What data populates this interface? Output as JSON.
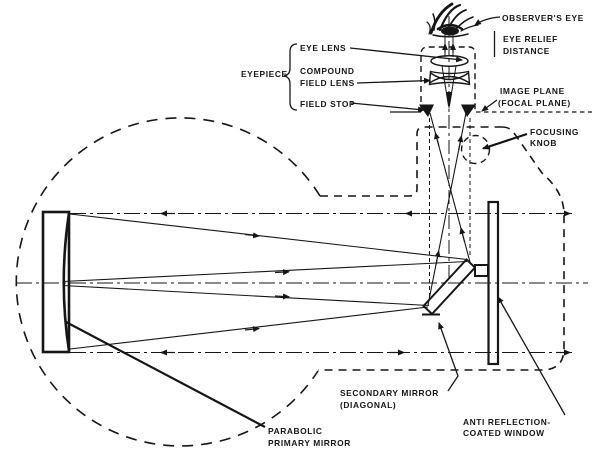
{
  "diagram": {
    "description": "Reflecting telescope optical path schematic",
    "colors": {
      "ink": "#161616",
      "paper": "#ffffff"
    },
    "labels": {
      "observers_eye": "OBSERVER'S EYE",
      "eye_relief_line1": "EYE RELIEF",
      "eye_relief_line2": "DISTANCE",
      "eyepiece": "EYEPIECE",
      "eye_lens": "EYE LENS",
      "compound_line1": "COMPOUND",
      "compound_line2": "FIELD LENS",
      "field_stop": "FIELD STOP",
      "image_plane_line1": "IMAGE PLANE",
      "image_plane_line2": "(FOCAL PLANE)",
      "focusing_line1": "FOCUSING",
      "focusing_line2": "KNOB",
      "secondary_line1": "SECONDARY MIRROR",
      "secondary_line2": "(DIAGONAL)",
      "anti_reflection_line1": "ANTI REFLECTION-",
      "anti_reflection_line2": "COATED WINDOW",
      "parabolic_line1": "PARABOLIC",
      "parabolic_line2": "PRIMARY MIRROR"
    }
  }
}
